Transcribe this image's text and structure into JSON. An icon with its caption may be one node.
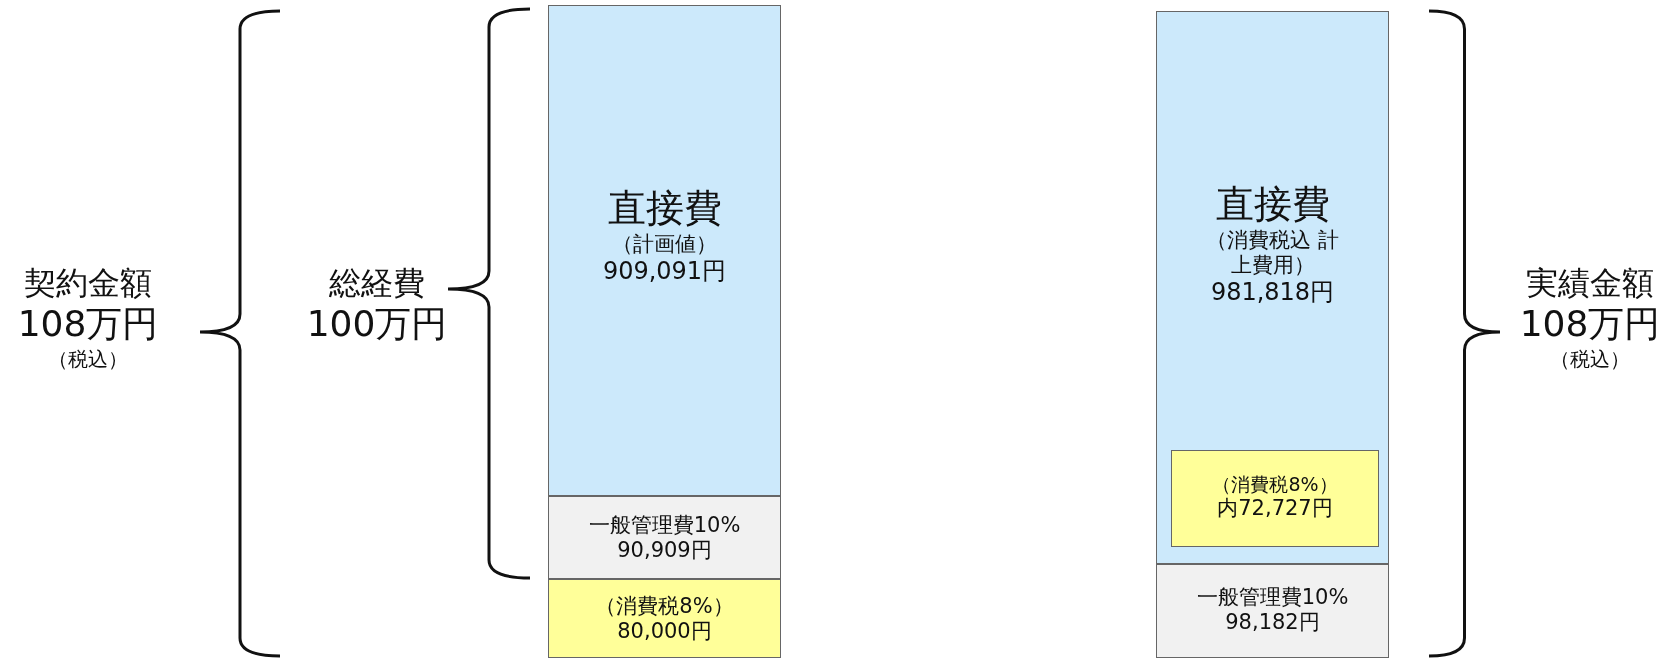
{
  "diagram": {
    "nodes": [
      {
        "text": [
          "直接費",
          "（計画値）",
          "909,091円"
        ]
      },
      {
        "text": [
          "一般管理費10%",
          "90,909円"
        ]
      },
      {
        "text": [
          "（消費税8%）",
          "80,000円"
        ]
      },
      {
        "text": [
          "直接費",
          "（消費税込 計上費用）",
          "981,818円"
        ]
      },
      {
        "text": [
          "（消費税8%）",
          "内72,727円"
        ],
        "in": 3
      },
      {
        "text": [
          "一般管理費10%",
          "98,182円"
        ]
      }
    ],
    "labels": [
      "契約金額",
      "108万円",
      "（税込）",
      "総経費",
      "100万円",
      "実績金額",
      "108万円",
      "（税込）"
    ]
  }
}
